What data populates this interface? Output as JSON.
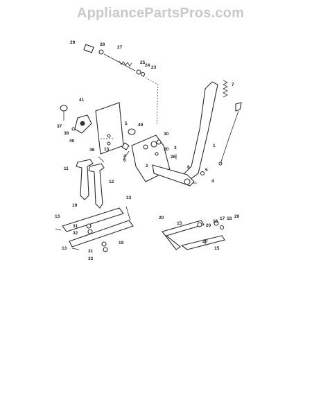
{
  "watermark": "AppliancePartsPros.com",
  "callouts": [
    "29",
    "28",
    "27",
    "25",
    "24",
    "23",
    "7",
    "41",
    "37",
    "38",
    "40",
    "5",
    "49",
    "30",
    "50",
    "3",
    "26",
    "1",
    "36",
    "13",
    "4",
    "6",
    "2",
    "11",
    "12",
    "5",
    "6",
    "4",
    "13",
    "19",
    "13",
    "31",
    "32",
    "13",
    "31",
    "32",
    "19",
    "20",
    "15",
    "20",
    "16",
    "17",
    "18",
    "20",
    "20",
    "15"
  ]
}
